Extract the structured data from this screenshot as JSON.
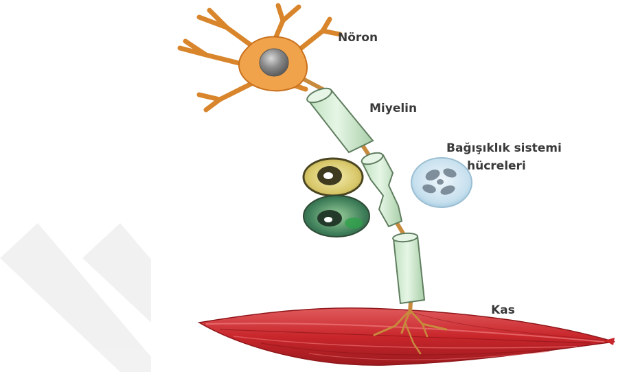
{
  "labels": {
    "neuron": "Nöron",
    "myelin": "Miyelin",
    "immune_line1": "Bağışıklık sistemi",
    "immune_line2": "hücreleri",
    "muscle": "Kas"
  },
  "colors": {
    "neuron_body": "#f0a34a",
    "neuron_outline": "#c9711e",
    "nucleus": "#8c8c8c",
    "myelin": "#d3ecd3",
    "myelin_outline": "#5f7d5f",
    "axon": "#d9a65c",
    "muscle": "#c8262b",
    "muscle_dark": "#8e1519",
    "immune_yellow": "#d8c86a",
    "immune_green": "#3f7f5a",
    "immune_blue": "#bcd9ea",
    "watermark": "#ececec",
    "label_text": "#3a3a3a"
  },
  "icons": [
    "neuron-cell",
    "myelin-segment",
    "immune-cell",
    "muscle-fiber"
  ]
}
